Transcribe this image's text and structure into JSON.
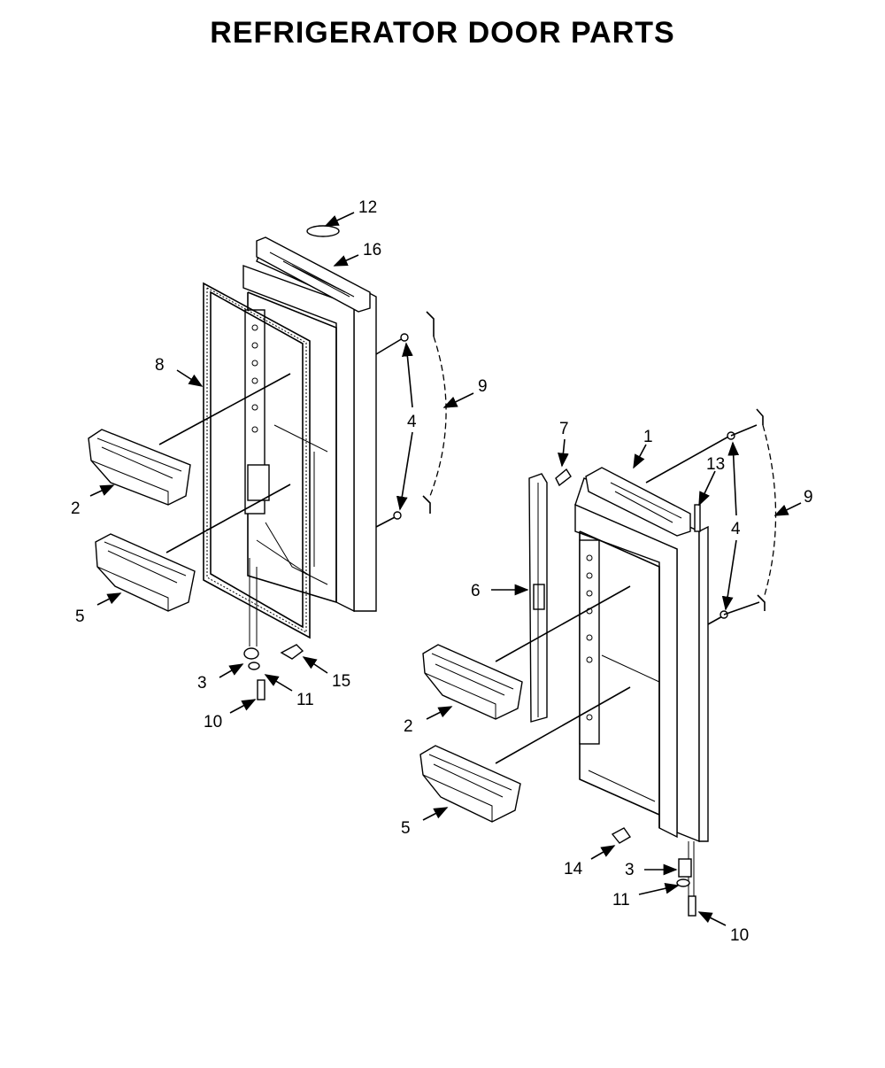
{
  "title": "REFRIGERATOR DOOR PARTS",
  "callouts": {
    "left_12": "12",
    "left_16": "16",
    "left_8": "8",
    "left_9": "9",
    "left_4": "4",
    "left_2": "2",
    "left_5": "5",
    "left_3": "3",
    "left_15": "15",
    "left_11": "11",
    "left_10": "10",
    "right_7": "7",
    "right_1": "1",
    "right_13": "13",
    "right_9": "9",
    "right_4": "4",
    "right_6": "6",
    "right_2": "2",
    "right_5": "5",
    "right_14": "14",
    "right_3": "3",
    "right_11": "11",
    "right_10": "10"
  }
}
